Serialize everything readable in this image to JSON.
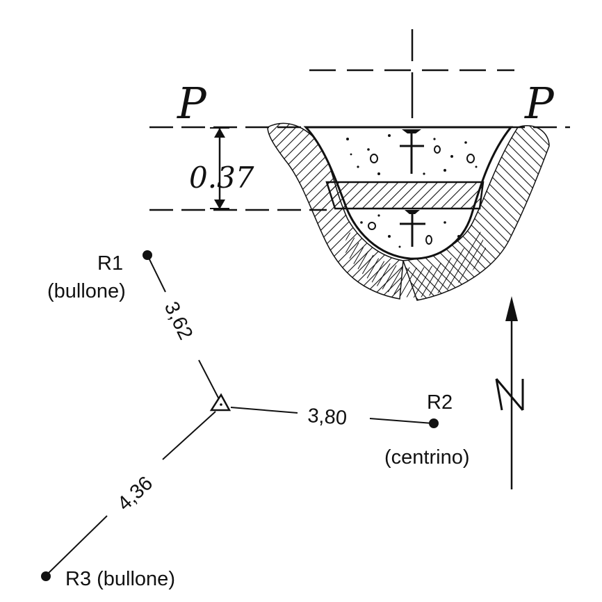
{
  "section": {
    "left_plane_label": "P",
    "right_plane_label": "P",
    "depth_label": "0.37"
  },
  "survey": {
    "r1": {
      "name": "R1",
      "type": "(bullone)",
      "distance": "3,62"
    },
    "r2": {
      "name": "R2",
      "type": "(centrino)",
      "distance": "3,80"
    },
    "r3": {
      "name": "R3 (bullone)",
      "distance": "4,36"
    }
  },
  "north_symbol": "N"
}
